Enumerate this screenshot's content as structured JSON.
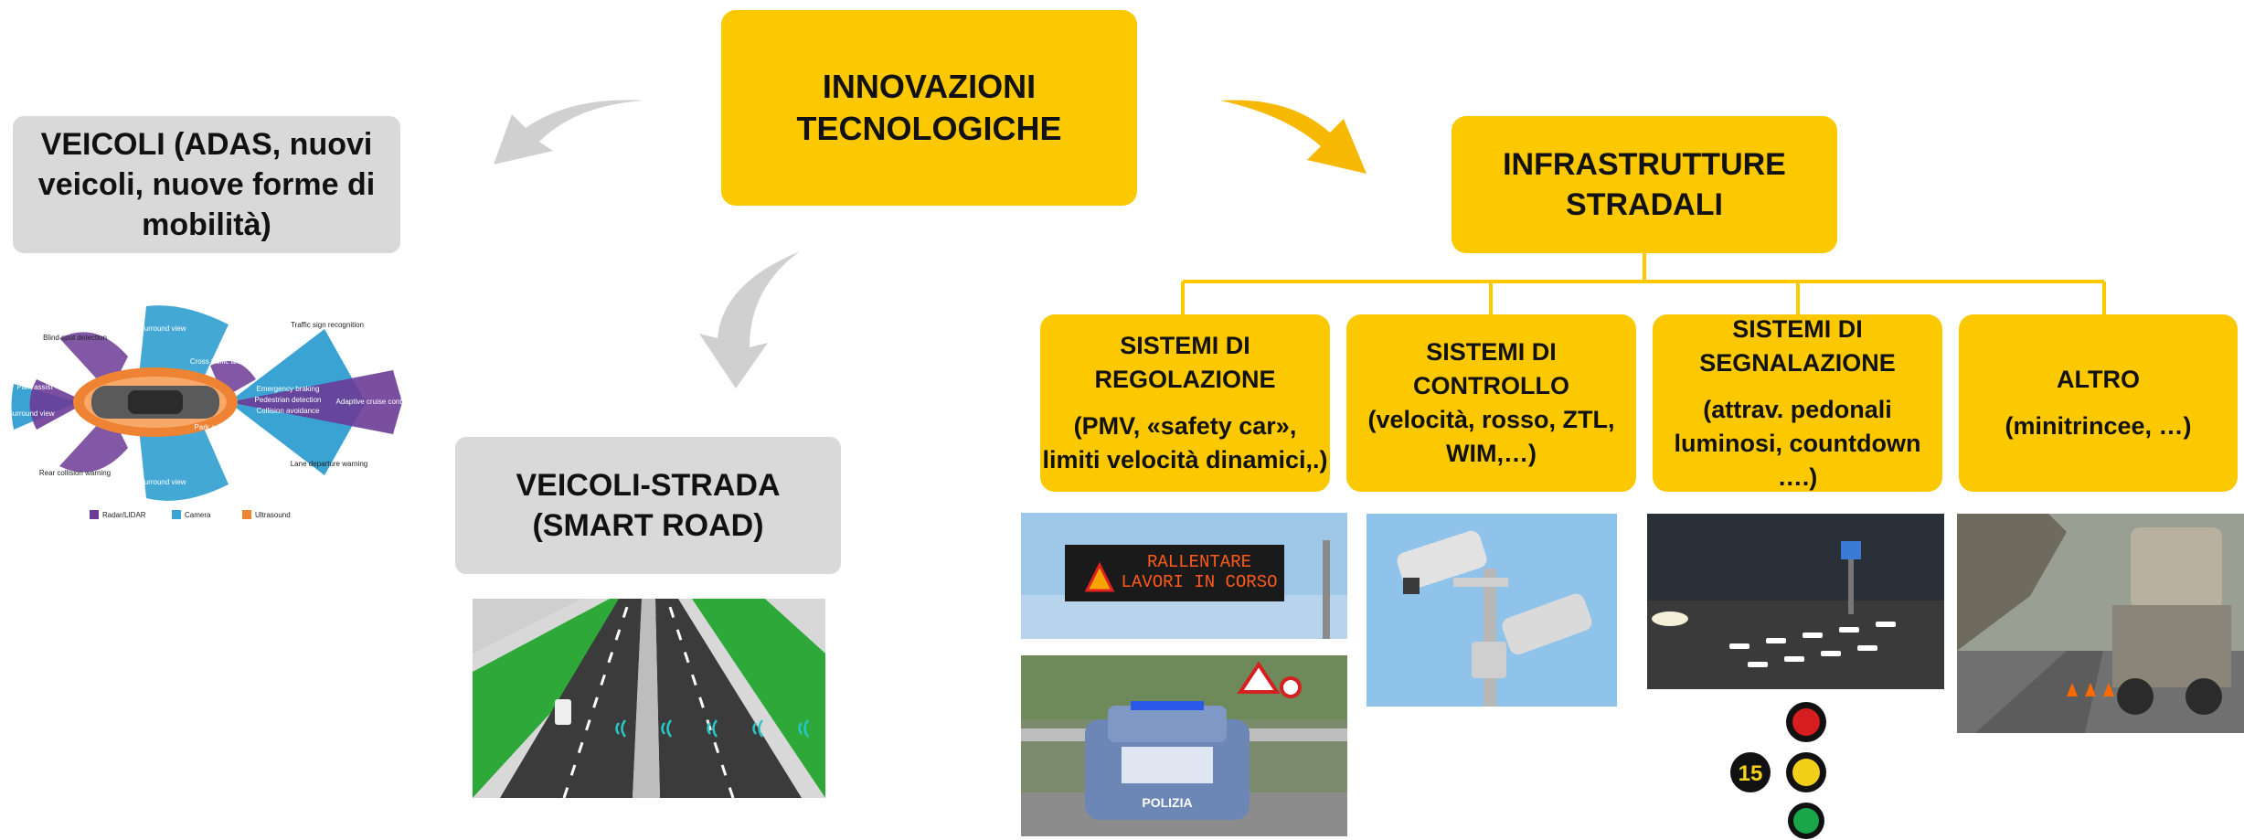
{
  "center": {
    "line1": "INNOVAZIONI",
    "line2": "TECNOLOGICHE"
  },
  "veicoli": {
    "line1": "VEICOLI (ADAS, nuovi",
    "line2": "veicoli, nuove forme di",
    "line3": "mobilità)"
  },
  "veicoli_strada": {
    "line1": "VEICOLI-STRADA",
    "line2": "(SMART ROAD)"
  },
  "infrastrutture": {
    "line1": "INFRASTRUTTURE",
    "line2": "STRADALI"
  },
  "categories": [
    {
      "title1": "SISTEMI DI",
      "title2": "REGOLAZIONE",
      "sub1": "(PMV, «safety car»,",
      "sub2": "limiti velocità dinamici,.)"
    },
    {
      "title1": "SISTEMI DI",
      "title2": "CONTROLLO",
      "sub1": "(velocità, rosso, ZTL,",
      "sub2": "WIM,…)"
    },
    {
      "title1": "SISTEMI DI",
      "title2": "SEGNALAZIONE",
      "sub1": "(attrav. pedonali",
      "sub2": "luminosi, countdown ….)"
    },
    {
      "title1": "ALTRO",
      "sub1": "(minitrincee, …)"
    }
  ],
  "adas_diagram": {
    "labels": {
      "blind_spot": "Blind spot detection",
      "surround_top": "Surround view",
      "surround_bottom": "Surround view",
      "traffic_sign": "Traffic sign recognition",
      "cross_traffic": "Cross traffic alert",
      "park_assist_left": "Park assist",
      "park_assist_right": "Park assist",
      "surround_left": "Surround view",
      "emergency": "Emergency braking",
      "pedestrian": "Pedestrian detection",
      "collision": "Collision avoidance",
      "adaptive": "Adaptive cruise control",
      "rear_collision": "Rear collision warning",
      "lane_departure": "Lane departure warning"
    },
    "legend": [
      {
        "label": "Radar/LIDAR",
        "color": "#6c3b96"
      },
      {
        "label": "Camera",
        "color": "#3aa3d3"
      },
      {
        "label": "Ultrasound",
        "color": "#ee8433"
      }
    ]
  },
  "photos": {
    "vms_sign": {
      "line1": "RALLENTARE",
      "line2": "LAVORI IN CORSO"
    },
    "police_car": {
      "plate": "POLIZIA"
    },
    "countdown": {
      "value": "15"
    }
  },
  "colors": {
    "accent": "#fcc800",
    "grey_box": "#d9d9d9",
    "arrow_grey": "#d0d0d0",
    "arrow_yellow": "#f6b800"
  }
}
